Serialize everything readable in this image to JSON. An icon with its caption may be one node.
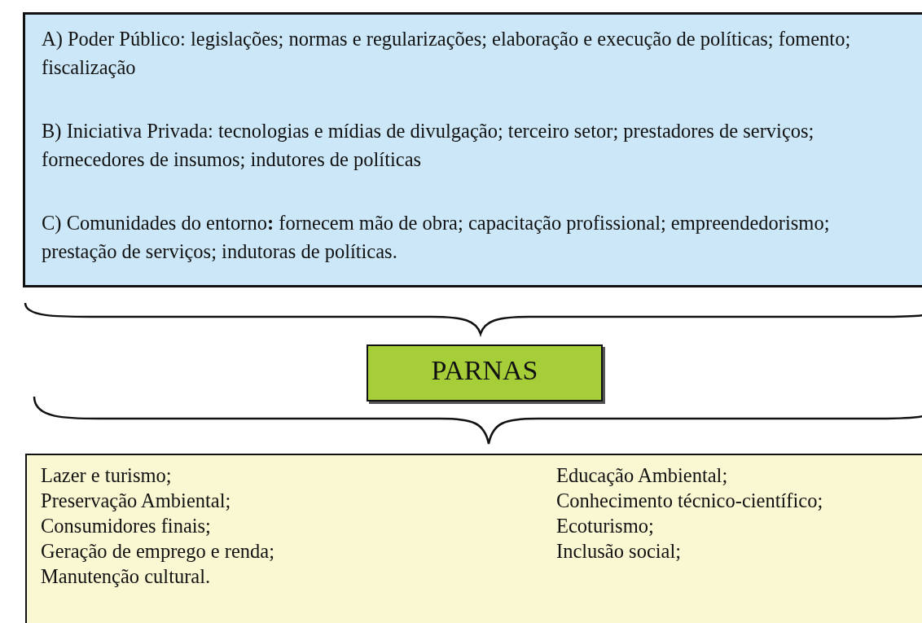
{
  "diagram": {
    "nodes": [
      {
        "text": [
          "A) Poder Público: legislações; normas e regularizações; elaboração e execução de políticas; fomento; fiscalização",
          "B) Iniciativa Privada: tecnologias e mídias de divulgação; terceiro setor; prestadores de serviços; fornecedores de insumos; indutores de políticas",
          "C) Comunidades do entorno**:** fornecem mão de obra; capacitação profissional; empreendedorismo; prestação de serviços; indutoras de políticas."
        ]
      },
      {
        "text": [
          "PARNAS"
        ]
      },
      {
        "text": [
          "Lazer e turismo;",
          "Preservação Ambiental;",
          "Consumidores finais;",
          "Geração de emprego e renda;",
          "Manutenção cultural.",
          "Educação Ambiental;",
          "Conhecimento técnico-científico;",
          "Ecoturismo;",
          "Inclusão social;"
        ]
      }
    ],
    "edges": []
  }
}
